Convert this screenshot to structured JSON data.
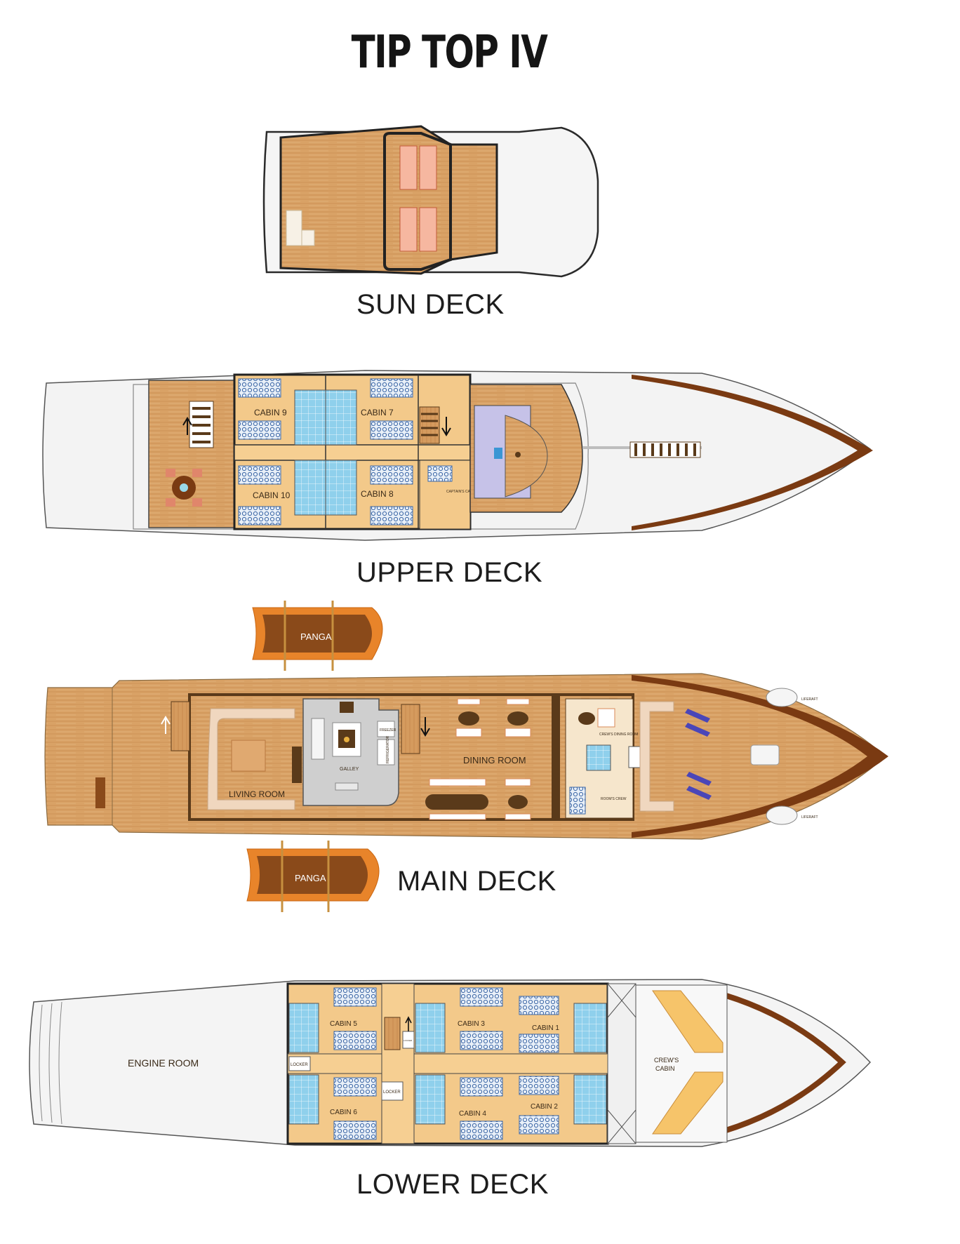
{
  "title": "TIP TOP IV",
  "decks": {
    "sun": "SUN DECK",
    "upper": "UPPER DECK",
    "main": "MAIN DECK",
    "lower": "LOWER DECK"
  },
  "upper_rooms": {
    "cabin9": "CABIN 9",
    "cabin7": "CABIN 7",
    "cabin10": "CABIN 10",
    "cabin8": "CABIN 8",
    "captains": "CAPTAIN'S CABIN"
  },
  "main_rooms": {
    "panga_top": "PANGA",
    "panga_bottom": "PANGA",
    "living": "LIVING ROOM",
    "galley": "GALLEY",
    "freezer": "FREEZER",
    "refrigerator": "REFRIGERATOR",
    "dining": "DINING ROOM",
    "crew_dining": "CREW'S DINING ROOM",
    "rooms_crew": "ROOM'S CREW",
    "liferaft_top": "LIFERAFT",
    "liferaft_bottom": "LIFERAFT"
  },
  "lower_rooms": {
    "engine": "ENGINE ROOM",
    "cabin5": "CABIN 5",
    "cabin3": "CABIN 3",
    "cabin1": "CABIN 1",
    "cabin6": "CABIN 6",
    "cabin4": "CABIN 4",
    "cabin2": "CABIN 2",
    "locker_a": "LOCKER",
    "locker_b": "LOCKER",
    "locker_c": "LOCKER",
    "crews_cabin_1": "CREW'S",
    "crews_cabin_2": "CABIN"
  },
  "colors": {
    "wood": "#d8a066",
    "wood_dark": "#b8783f",
    "hull_brown": "#7a3a12",
    "hull_white": "#f2f2f2",
    "corridor": "#f3c98a",
    "bathroom": "#8fd0ec",
    "bed": "#9ab8da",
    "panga": "#e8842a"
  }
}
